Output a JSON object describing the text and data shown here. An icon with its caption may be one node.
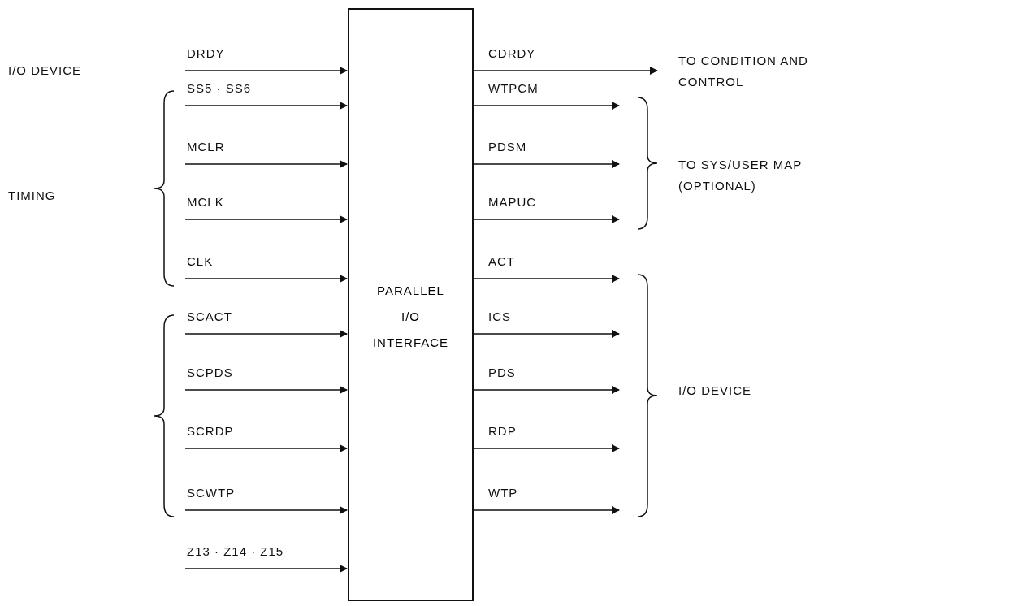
{
  "diagram": {
    "nodes": [
      {
        "text": [
          "PARALLEL I/O INTERFACE"
        ]
      },
      {
        "text": [
          "TO CONDITION AND CONTROL"
        ]
      }
    ],
    "edges": [
      {
        "from": null,
        "to": 0,
        "arrow": "to",
        "label": "DRDY"
      },
      {
        "from": null,
        "to": 0,
        "arrow": "to",
        "label": "SS5 · SS6"
      },
      {
        "from": null,
        "to": 0,
        "arrow": "to",
        "label": "MCLR"
      },
      {
        "from": null,
        "to": 0,
        "arrow": "to",
        "label": "MCLK"
      },
      {
        "from": null,
        "to": 0,
        "arrow": "to",
        "label": "CLK"
      },
      {
        "from": null,
        "to": 0,
        "arrow": "to",
        "label": "SCACT"
      },
      {
        "from": null,
        "to": 0,
        "arrow": "to",
        "label": "SCPDS"
      },
      {
        "from": null,
        "to": 0,
        "arrow": "to",
        "label": "SCRDP"
      },
      {
        "from": null,
        "to": 0,
        "arrow": "to",
        "label": "SCWTP"
      },
      {
        "from": null,
        "to": 0,
        "arrow": "to",
        "label": "Z13 · Z14 · Z15"
      },
      {
        "from": 0,
        "to": 1,
        "arrow": "to",
        "label": "CDRDY"
      },
      {
        "from": 0,
        "to": null,
        "arrow": "to",
        "label": "WTPCM"
      },
      {
        "from": 0,
        "to": null,
        "arrow": "to",
        "label": "PDSM"
      },
      {
        "from": 0,
        "to": null,
        "arrow": "to",
        "label": "MAPUC"
      },
      {
        "from": 0,
        "to": null,
        "arrow": "to",
        "label": "ACT"
      },
      {
        "from": 0,
        "to": null,
        "arrow": "to",
        "label": "ICS"
      },
      {
        "from": 0,
        "to": null,
        "arrow": "to",
        "label": "PDS"
      },
      {
        "from": 0,
        "to": null,
        "arrow": "to",
        "label": "RDP"
      },
      {
        "from": 0,
        "to": null,
        "arrow": "to",
        "label": "WTP"
      }
    ],
    "labels": [
      "I/O DEVICE",
      "TO SYS/USER MAP (OPTIONAL)",
      "TIMING",
      "I/O DEVICE"
    ]
  }
}
